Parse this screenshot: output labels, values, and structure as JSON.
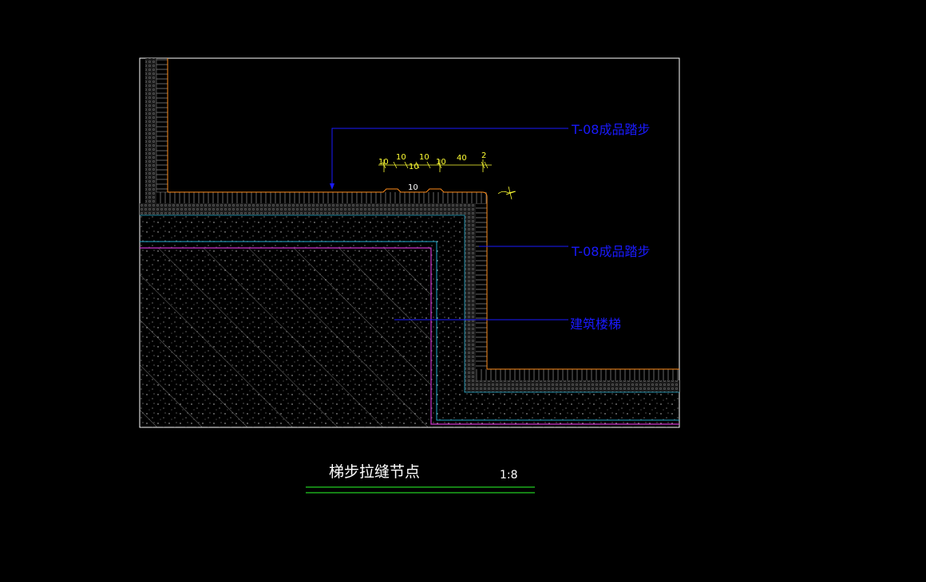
{
  "drawing": {
    "title": "梯步拉缝节点",
    "scale": "1:8",
    "colors": {
      "background": "#000000",
      "frame": "#ffffff",
      "tread_line": "#ff8c1a",
      "substrate_hatch": "#ffffff",
      "magenta_line": "#cc33cc",
      "cyan_line": "#22aacc",
      "leader_blue": "#1a1aff",
      "dimension_yellow": "#ffff33",
      "title_underline": "#22cc22"
    },
    "callouts": [
      {
        "text": "T-08成品踏步"
      },
      {
        "text": "T-08成品踏步"
      },
      {
        "text": "建筑楼梯"
      }
    ],
    "dimensions": [
      "10",
      "10",
      "10",
      "10",
      "10",
      "40",
      "2"
    ],
    "groove_dimension": "10"
  }
}
